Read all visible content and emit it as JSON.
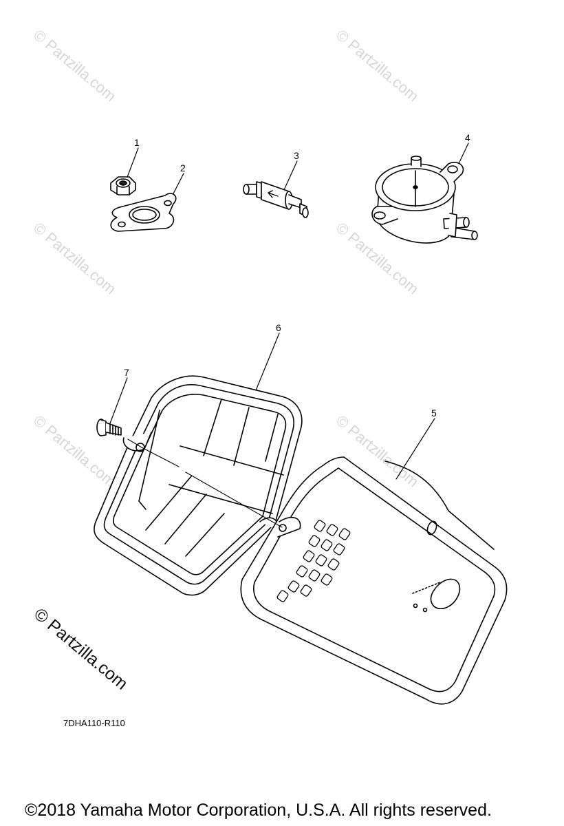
{
  "callouts": {
    "part_1": "1",
    "part_2": "2",
    "part_3": "3",
    "part_4": "4",
    "part_5": "5",
    "part_6": "6",
    "part_7": "7"
  },
  "watermark": {
    "text": "© Partzilla.com"
  },
  "diagram_code": "7DHA110-R110",
  "copyright": "©2018 Yamaha Motor Corporation, U.S.A. All rights reserved.",
  "colors": {
    "line": "#000000",
    "watermark_light": "#d6d6d6"
  }
}
